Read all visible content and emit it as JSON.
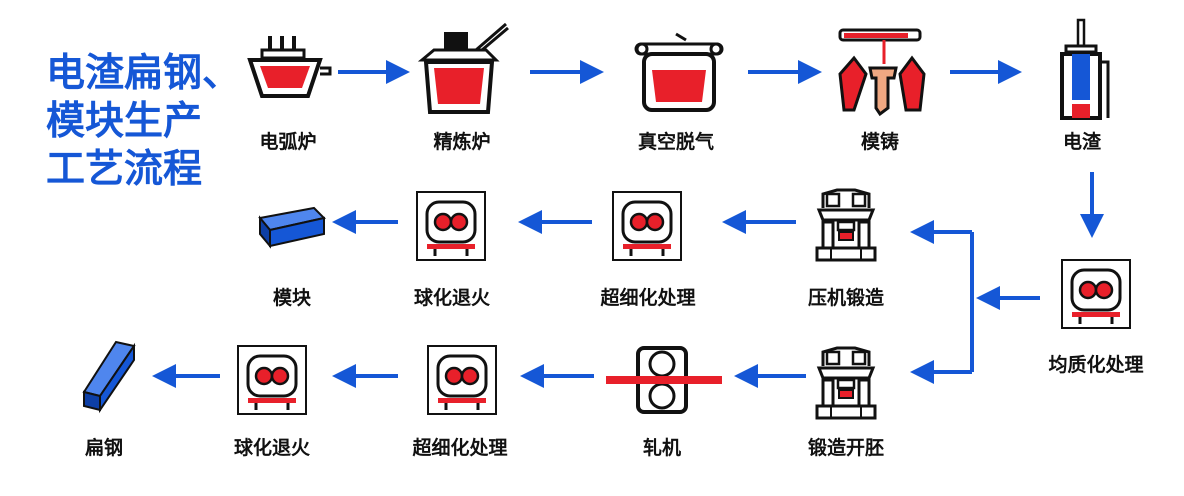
{
  "title": [
    "电渣扁钢、",
    "模块生产",
    "工艺流程"
  ],
  "steps": {
    "arc_furnace": "电弧炉",
    "refining_furnace": "精炼炉",
    "vacuum_degassing": "真空脱气",
    "die_casting": "模铸",
    "electroslag": "电渣",
    "homogenizing": "均质化处理",
    "press_forging": "压机锻造",
    "ultrafine_1": "超细化处理",
    "spheroidize_1": "球化退火",
    "module": "模块",
    "forging_billet": "锻造开胚",
    "rolling_mill": "轧机",
    "ultrafine_2": "超细化处理",
    "spheroidize_2": "球化退火",
    "flat_steel": "扁钢"
  },
  "colors": {
    "blue": "#1557d6",
    "red": "#e8202a",
    "black": "#111111"
  }
}
